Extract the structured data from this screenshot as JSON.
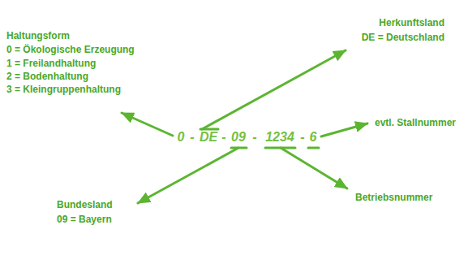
{
  "diagram": {
    "nodes": [
      {
        "text": [
          "0",
          "-",
          "DE",
          "-",
          "09",
          "-",
          "1234",
          "-",
          "6"
        ]
      }
    ],
    "labels": [
      "Haltungsform",
      "0 = Ökologische Erzeugung",
      "1 = Freilandhaltung",
      "2 = Bodenhaltung",
      "3 = Kleingruppenhaltung",
      "Herkunftsland",
      "DE = Deutschland",
      "evtl. Stallnummer",
      "Betriebsnummer",
      "Bundesland",
      "09 = Bayern"
    ]
  }
}
